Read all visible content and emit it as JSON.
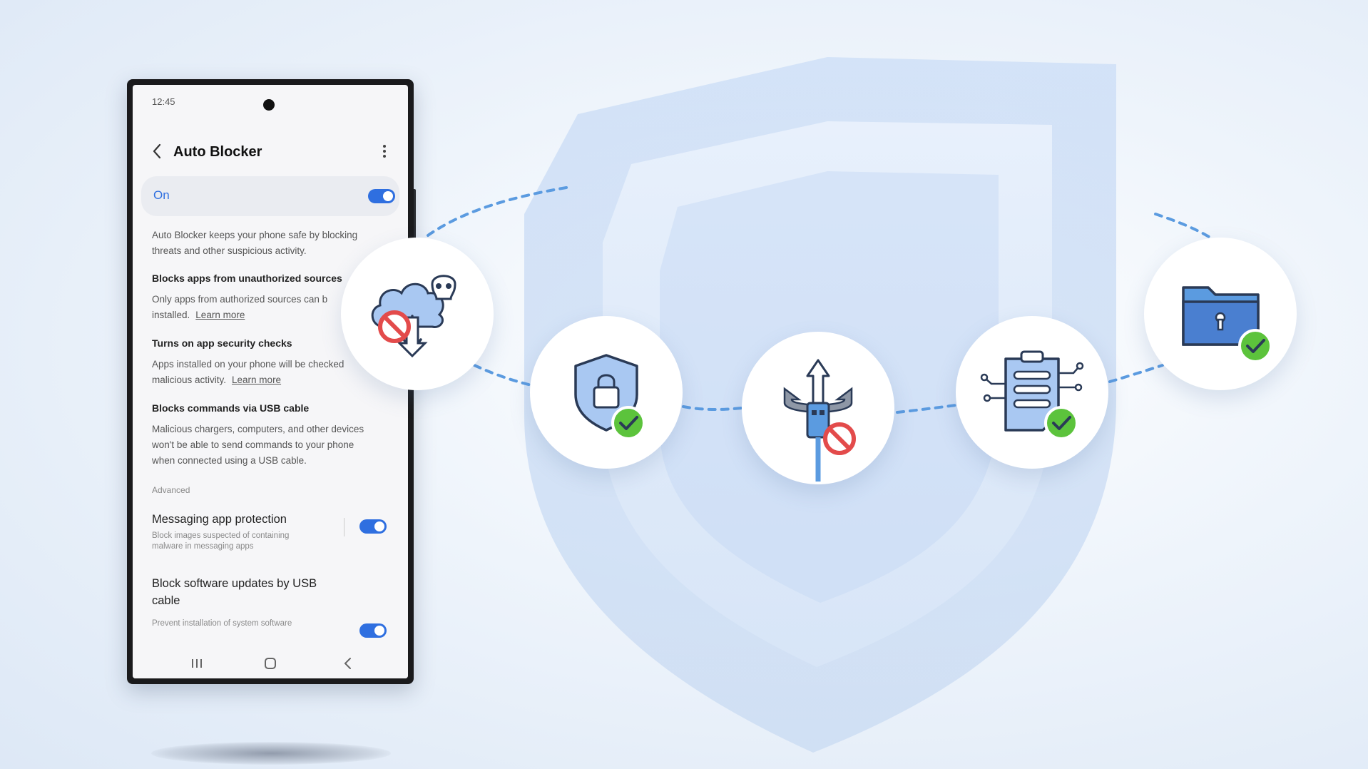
{
  "colors": {
    "accent": "#2f6fe0",
    "icon_fill": "#a9c8f2",
    "icon_stroke": "#2a3a56",
    "check_green": "#5cc33c",
    "block_red": "#e34b4b"
  },
  "phone": {
    "status_time": "12:45",
    "appbar": {
      "back_icon": "chevron-left-icon",
      "title": "Auto Blocker",
      "more_icon": "more-vertical-icon"
    },
    "main_toggle": {
      "label": "On",
      "state": "on"
    },
    "description": [
      "Auto Blocker keeps your phone safe by blocking",
      "threats and other suspicious activity."
    ],
    "sections": [
      {
        "title": "Blocks apps from unauthorized sources",
        "lines": [
          "Only apps from authorized sources can b",
          "installed."
        ],
        "link": "Learn more"
      },
      {
        "title": "Turns on app security checks",
        "lines": [
          "Apps installed on your phone will be checked",
          "malicious activity."
        ],
        "link": "Learn more"
      },
      {
        "title": "Blocks commands via USB cable",
        "lines": [
          "Malicious chargers, computers, and other devices",
          "won't be able to send commands to your phone",
          "when connected using a USB cable."
        ]
      }
    ],
    "advanced_label": "Advanced",
    "advanced_items": [
      {
        "title": "Messaging app protection",
        "subtitle": [
          "Block images suspected of containing",
          "malware in messaging apps"
        ],
        "state": "on"
      },
      {
        "title": [
          "Block software updates by USB",
          "cable"
        ],
        "subtitle": [
          "Prevent installation of system software"
        ],
        "state": "on"
      }
    ],
    "navbar": [
      "recents-icon",
      "home-icon",
      "back-icon"
    ]
  },
  "features": [
    {
      "icon": "cloud-skull-download-blocked-icon",
      "badge": "block"
    },
    {
      "icon": "shield-lock-icon",
      "badge": "check"
    },
    {
      "icon": "usb-arrows-blocked-icon",
      "badge": "block"
    },
    {
      "icon": "clipboard-settings-icon",
      "badge": "check"
    },
    {
      "icon": "locked-folder-icon",
      "badge": "check"
    }
  ]
}
